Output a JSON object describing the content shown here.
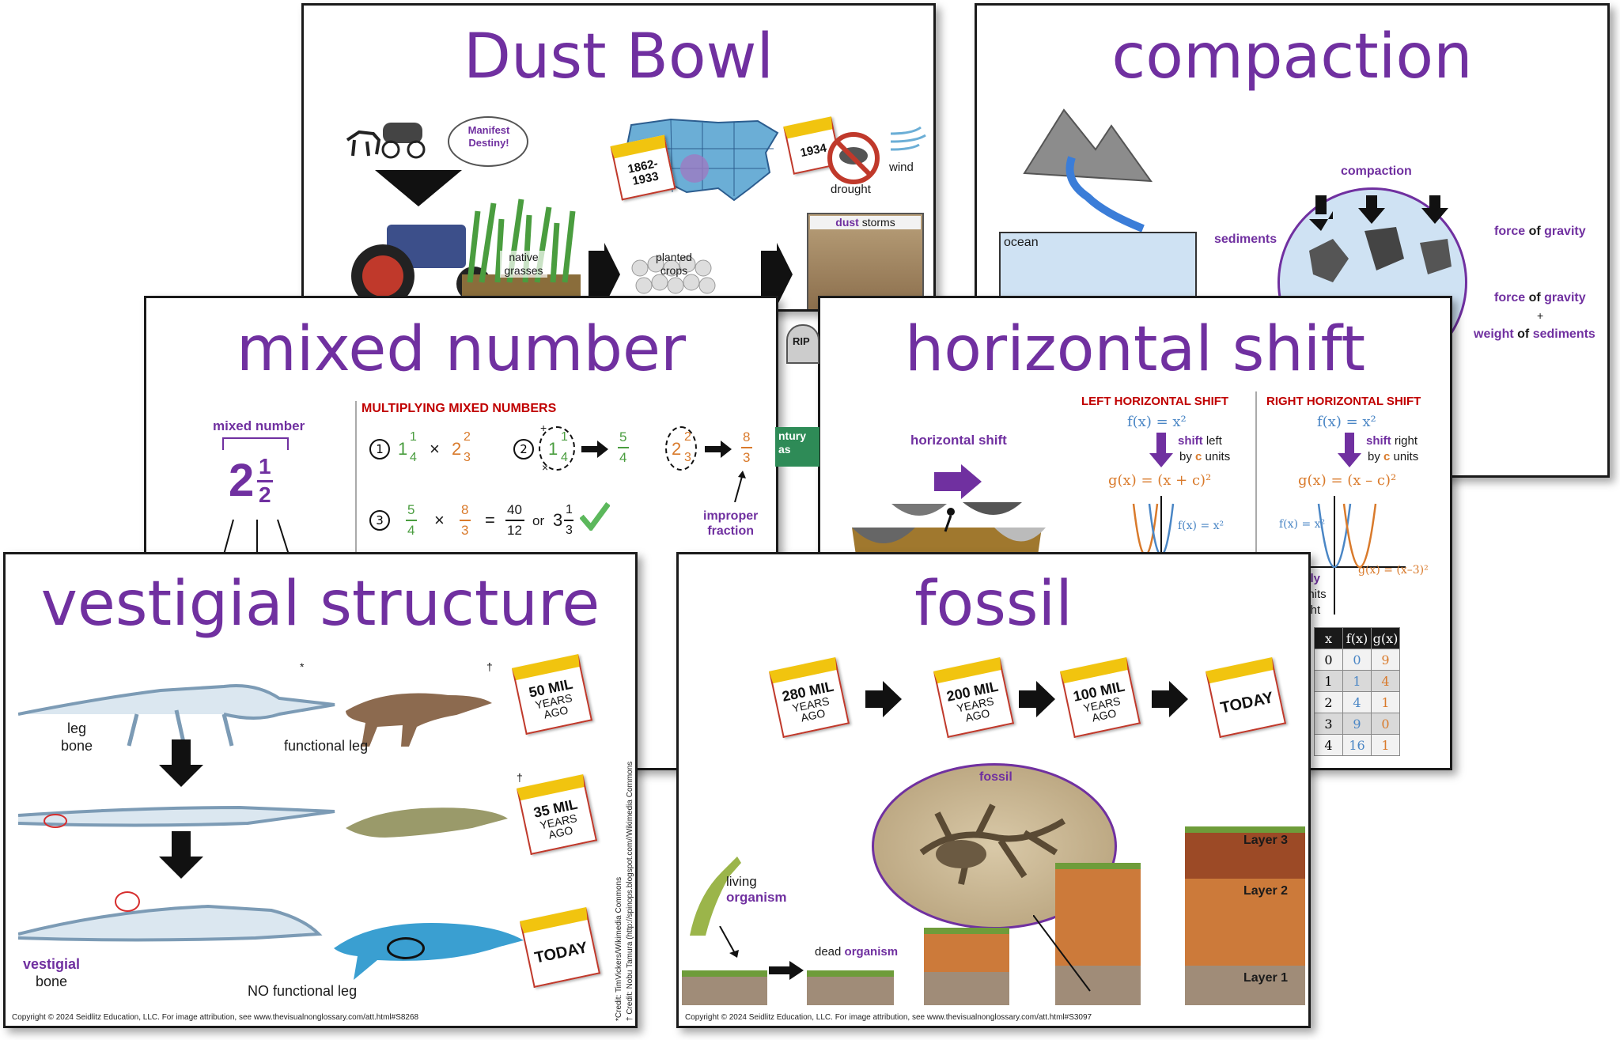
{
  "cards": {
    "dust_bowl": {
      "title": "Dust Bowl",
      "manifest": "Manifest Destiny!",
      "cal1": "1862-1933",
      "cal2": "1934",
      "drought": "drought",
      "wind": "wind",
      "native": "native grasses",
      "planted": "planted crops",
      "storms_a": "dust",
      "storms_b": "storms",
      "rip": "RIP",
      "century": "ntury",
      "century2": "as"
    },
    "compaction": {
      "title": "compaction",
      "ocean": "ocean",
      "sediments": "sediments",
      "compaction_label": "compaction",
      "force1_a": "force",
      "force1_b": "of",
      "force1_c": "gravity",
      "force2_a": "force",
      "force2_b": "of",
      "force2_c": "gravity",
      "plus": "+",
      "weight_a": "weight",
      "weight_b": "of",
      "weight_c": "sediments"
    },
    "mixed_number": {
      "title": "mixed number",
      "label": "mixed number",
      "whole": "2",
      "num": "1",
      "den": "2",
      "heading": "MULTIPLYING MIXED NUMBERS",
      "step1": "1",
      "step2": "2",
      "step3": "3",
      "a_whole": "1",
      "a_num": "1",
      "a_den": "4",
      "b_whole": "2",
      "b_num": "2",
      "b_den": "3",
      "times": "×",
      "r1_num": "5",
      "r1_den": "4",
      "r2_num": "8",
      "r2_den": "3",
      "s3_n1": "5",
      "s3_d1": "4",
      "s3_n2": "8",
      "s3_d2": "3",
      "eq": "=",
      "s3_rn": "40",
      "s3_rd": "12",
      "or": "or",
      "s3_w": "3",
      "s3_fn": "1",
      "s3_fd": "3",
      "improper_a": "improper",
      "improper_b": "fraction",
      "plus": "+",
      "cross": "×"
    },
    "horizontal_shift": {
      "title": "horizontal shift",
      "shift_label": "horizontal shift",
      "left_head": "LEFT HORIZONTAL SHIFT",
      "right_head": "RIGHT HORIZONTAL SHIFT",
      "fx": "f(x) = x²",
      "left_shift_a": "shift",
      "left_shift_b": "left",
      "left_by_a": "by",
      "left_by_c": "c",
      "left_by_b": "units",
      "left_g": "g(x) = (x + c)²",
      "right_shift_a": "shift",
      "right_shift_b": "right",
      "right_by_a": "by",
      "right_by_c": "c",
      "right_by_b": "units",
      "right_g": "g(x) = (x – c)²",
      "graph_fx": "f(x) = x²",
      "graph_fx2": "f(x) = x²",
      "graph_gx": "g(x) = (x–3)²",
      "partial1": "tally",
      "partial2": "units",
      "partial3": "ight",
      "table": [
        [
          "x",
          "f(x)",
          "g(x)"
        ],
        [
          "0",
          "0",
          "9"
        ],
        [
          "1",
          "1",
          "4"
        ],
        [
          "2",
          "4",
          "1"
        ],
        [
          "3",
          "9",
          "0"
        ],
        [
          "4",
          "16",
          "1"
        ]
      ]
    },
    "vestigial": {
      "title": "vestigial structure",
      "leg_bone_a": "leg",
      "leg_bone_b": "bone",
      "functional": "functional leg",
      "vestigial_a": "vestigial",
      "vestigial_b": "bone",
      "no_leg": "NO functional leg",
      "cal1_a": "50 MIL",
      "cal1_b": "YEARS",
      "cal1_c": "AGO",
      "cal2_a": "35 MIL",
      "cal2_b": "YEARS",
      "cal2_c": "AGO",
      "cal3": "TODAY",
      "star": "*",
      "dagger": "†",
      "credit1": "*Credit: TimVickers/Wikimedia Commons",
      "credit2": "† Credit: Nobu Tamura (http://spinops.blogspot.com//Wikimedia Commons",
      "footer": "Copyright © 2024 Seidlitz Education, LLC.  For image attribution, see www.thevisualnonglossary.com/att.html#S8268"
    },
    "fossil": {
      "title": "fossil",
      "cal1_a": "280 MIL",
      "cal1_b": "YEARS",
      "cal1_c": "AGO",
      "cal2_a": "200 MIL",
      "cal2_b": "YEARS",
      "cal2_c": "AGO",
      "cal3_a": "100 MIL",
      "cal3_b": "YEARS",
      "cal3_c": "AGO",
      "cal4": "TODAY",
      "fossil_label": "fossil",
      "living_a": "living",
      "living_b": "organism",
      "dead_a": "dead",
      "dead_b": "organism",
      "layer3": "Layer 3",
      "layer2": "Layer 2",
      "layer1": "Layer 1",
      "footer": "Copyright © 2024 Seidlitz Education, LLC.  For image attribution, see www.thevisualnonglossary.com/att.html#S3097"
    }
  },
  "colors": {
    "title": "#7030a0",
    "accent_red": "#c00000",
    "blue": "#4a86c5",
    "orange": "#d97a2b",
    "check": "#5cb85c"
  }
}
